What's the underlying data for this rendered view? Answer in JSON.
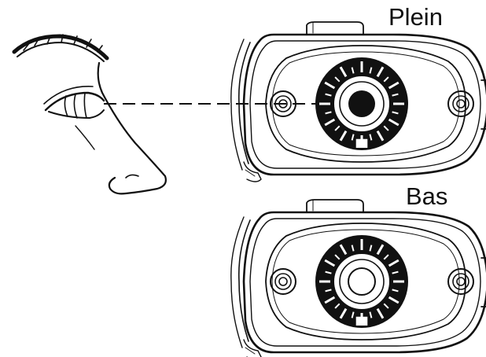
{
  "labels": {
    "full": "Plein",
    "low": "Bas"
  },
  "colors": {
    "ink": "#111111",
    "paper": "#ffffff"
  },
  "indicators": [
    {
      "id": "full",
      "state": "full"
    },
    {
      "id": "low",
      "state": "low"
    }
  ]
}
